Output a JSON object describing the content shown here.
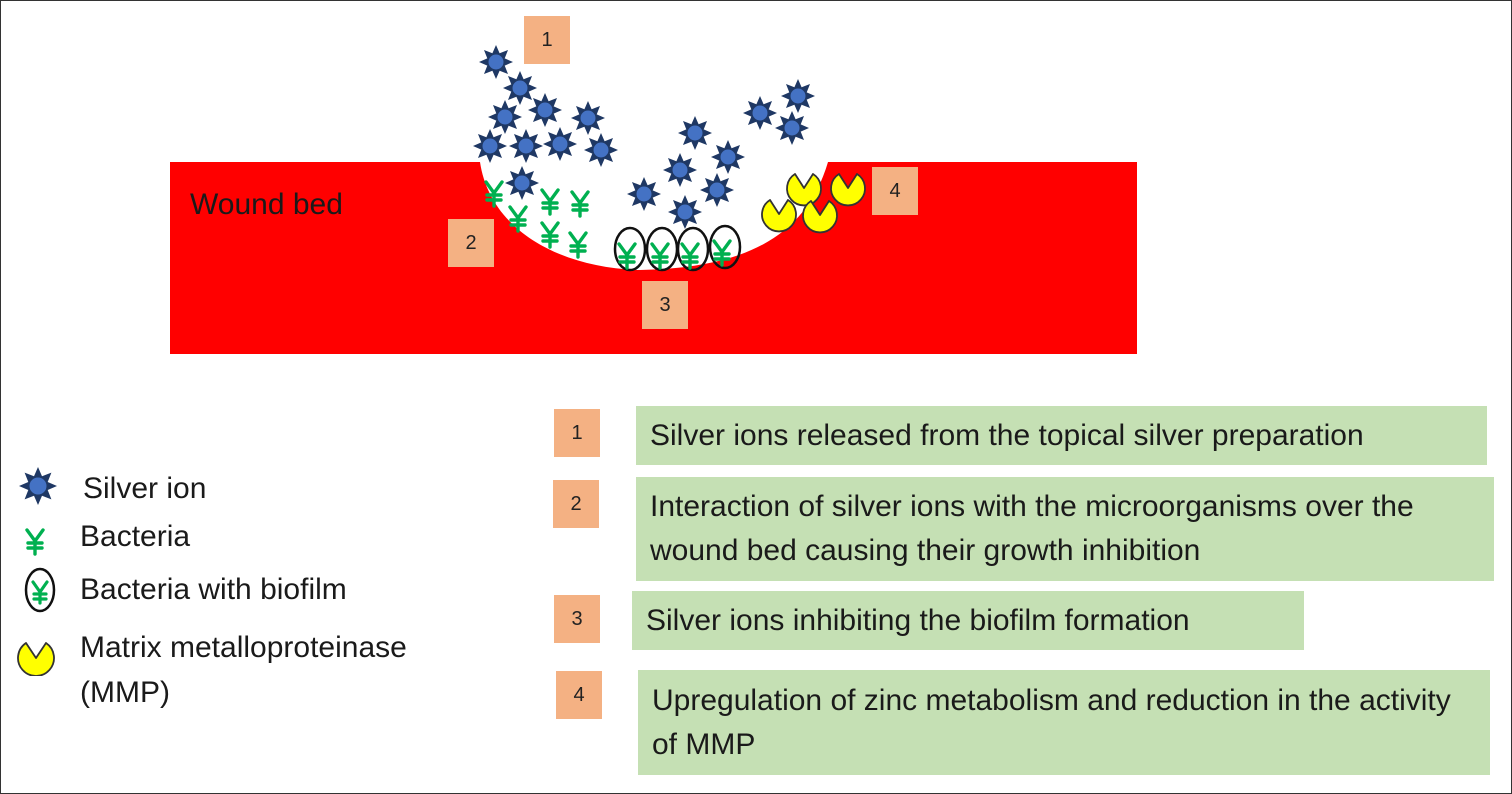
{
  "diagram": {
    "wound_label": "Wound bed",
    "markers": [
      "1",
      "2",
      "3",
      "4"
    ]
  },
  "legend": {
    "silver_ion": "Silver ion",
    "bacteria": "Bacteria",
    "bacteria_biofilm": "Bacteria with biofilm",
    "mmp_line1": "Matrix metalloproteinase",
    "mmp_line2": "(MMP)"
  },
  "steps": [
    {
      "number": "1",
      "text": "Silver ions released from the topical silver preparation"
    },
    {
      "number": "2",
      "text": "Interaction of silver ions with the microorganisms over the wound bed causing their growth inhibition"
    },
    {
      "number": "3",
      "text": "Silver ions inhibiting the biofilm formation"
    },
    {
      "number": "4",
      "text": "Upregulation of zinc metabolism and reduction in the activity of MMP"
    }
  ],
  "icons": {
    "silver_ion": "star-icon",
    "bacteria": "yen-glyph-icon",
    "biofilm": "oval-outline-icon",
    "mmp": "pacman-shape-icon"
  },
  "colors": {
    "wound": "#ff0000",
    "silver_fill": "#4472c4",
    "silver_star": "#1f3864",
    "bacteria": "#00b050",
    "mmp": "#ffff00",
    "badge": "#f4b183",
    "step_box": "#c5e0b4"
  }
}
